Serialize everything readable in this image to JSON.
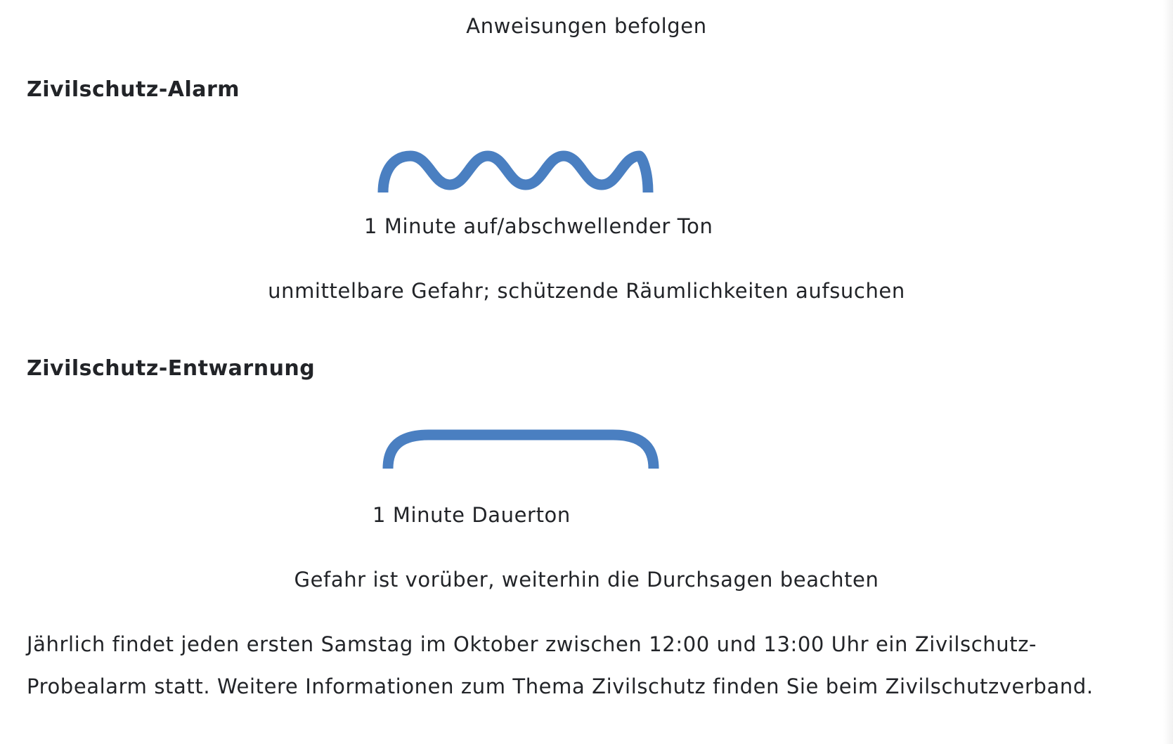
{
  "intro": {
    "instruction": "Anweisungen befolgen"
  },
  "alarm": {
    "heading": "Zivilschutz-Alarm",
    "signal_icon": "wave-signal-icon",
    "duration": "1 Minute auf/abschwellender Ton",
    "meaning": "unmittelbare Gefahr; schützende Räumlichkeiten aufsuchen"
  },
  "all_clear": {
    "heading": "Zivilschutz-Entwarnung",
    "signal_icon": "steady-signal-icon",
    "duration": "1 Minute Dauerton",
    "meaning": "Gefahr ist vorüber, weiterhin die Durchsagen beachten"
  },
  "info": {
    "line1": "Jährlich findet jeden ersten Samstag im Oktober zwischen 12:00 und 13:00 Uhr ein Zivilschutz-",
    "line2": "Probealarm statt. Weitere Informationen zum Thema Zivilschutz finden Sie beim Zivilschutzverband."
  },
  "colors": {
    "signal_blue": "#4a7fc1",
    "text": "#222428"
  }
}
